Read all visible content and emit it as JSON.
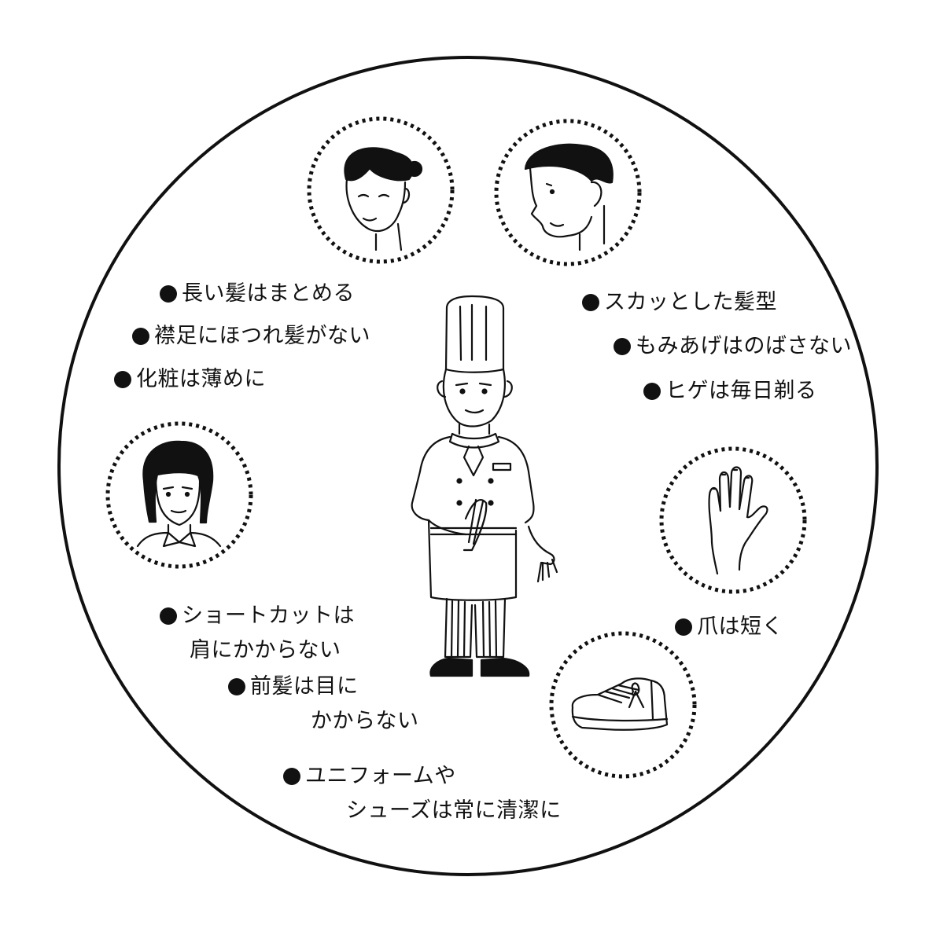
{
  "notes": {
    "female_hair_long": "長い髪はまとめる",
    "female_nape": "襟足にほつれ髪がない",
    "female_makeup": "化粧は薄めに",
    "male_hairstyle": "スカッとした髪型",
    "male_sideburns": "もみあげはのばさない",
    "male_beard": "ヒゲは毎日剃る",
    "shortcut_1": "ショートカットは",
    "shortcut_2": "肩にかからない",
    "bangs_1": "前髪は目に",
    "bangs_2": "かからない",
    "nails": "爪は短く",
    "uniform_1": "ユニフォームや",
    "uniform_2": "シューズは常に清潔に"
  }
}
